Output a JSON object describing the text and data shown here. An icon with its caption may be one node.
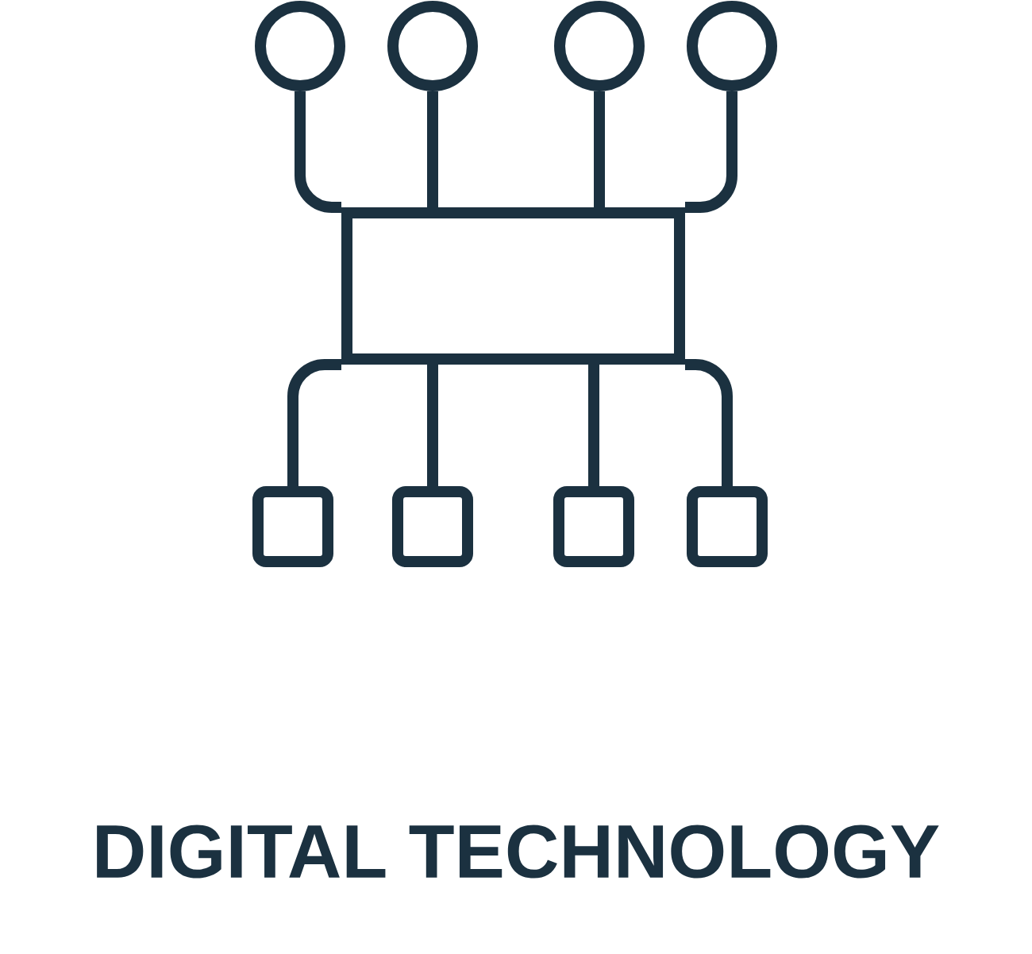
{
  "diagram": {
    "title": "DIGITAL TECHNOLOGY",
    "nodes": [
      {
        "text": [],
        "shape": "circle"
      },
      {
        "text": [],
        "shape": "circle"
      },
      {
        "text": [],
        "shape": "circle"
      },
      {
        "text": [],
        "shape": "circle"
      },
      {
        "text": [],
        "shape": "box"
      },
      {
        "text": [],
        "shape": "box"
      },
      {
        "text": [],
        "shape": "box"
      },
      {
        "text": [],
        "shape": "box"
      },
      {
        "text": [],
        "shape": "box"
      }
    ],
    "edges": [
      {
        "from": 0,
        "to": 4,
        "arrow": "none"
      },
      {
        "from": 1,
        "to": 4,
        "arrow": "none"
      },
      {
        "from": 2,
        "to": 4,
        "arrow": "none"
      },
      {
        "from": 3,
        "to": 4,
        "arrow": "none"
      },
      {
        "from": 4,
        "to": 5,
        "arrow": "none"
      },
      {
        "from": 4,
        "to": 6,
        "arrow": "none"
      },
      {
        "from": 4,
        "to": 7,
        "arrow": "none"
      },
      {
        "from": 4,
        "to": 8,
        "arrow": "none"
      }
    ]
  }
}
